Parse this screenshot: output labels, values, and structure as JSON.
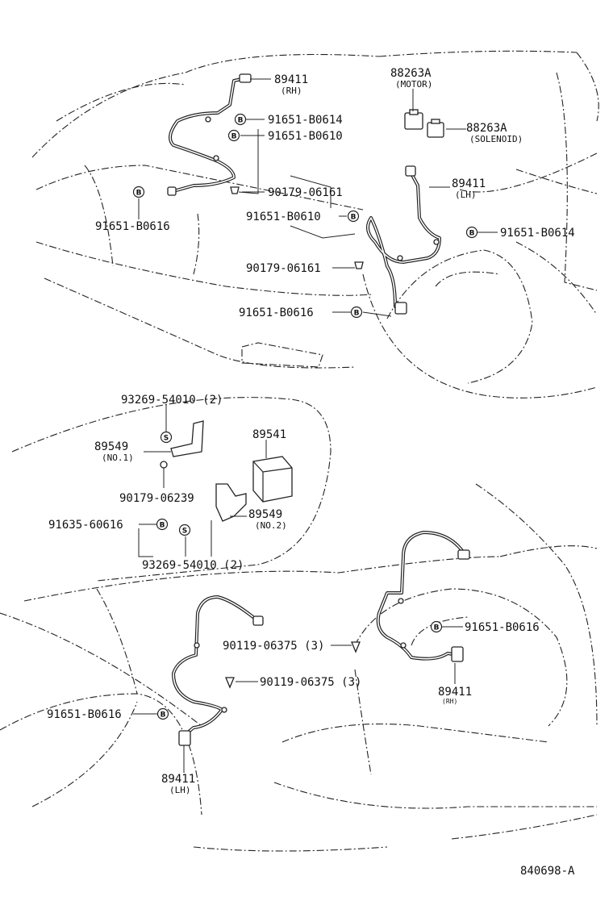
{
  "labels": {
    "wheel_sensor_fr_rh": "89411",
    "wheel_sensor_fr_rh_note": "(RH)",
    "clamp_bolt_fr_1": "91651-B0614",
    "clamp_bolt_fr_2": "91651-B0610",
    "nut_fr_rh": "90179-06161",
    "bolt_fr_rh": "91651-B0616",
    "relay_motor": "88263A",
    "relay_motor_note": "(MOTOR)",
    "relay_solenoid": "88263A",
    "relay_solenoid_note": "(SOLENOID)",
    "wheel_sensor_fr_lh": "89411",
    "wheel_sensor_fr_lh_note": "(LH)",
    "clamp_bolt_fr_lh": "91651-B0614",
    "clamp_bolt_fr_lh_2": "91651-B0610",
    "nut_fr_lh": "90179-06161",
    "bolt_fr_lh": "91651-B0616",
    "screw_bracket_1": "93269-54010 (2)",
    "bracket_1": "89549",
    "bracket_1_note": "(NO.1)",
    "ecu": "89541",
    "nut_bracket": "90179-06239",
    "bolt_bracket": "91635-60616",
    "bracket_2": "89549",
    "bracket_2_note": "(NO.2)",
    "screw_bracket_2": "93269-54010 (2)",
    "bolt_rr_rh_1": "91651-B0616",
    "bolt_rr_a": "90119-06375 (3)",
    "bolt_rr_b": "90119-06375 (3)",
    "wheel_sensor_rr_rh": "89411",
    "wheel_sensor_rr_rh_note": "(RH)",
    "bolt_rr_lh": "91651-B0616",
    "wheel_sensor_rr_lh": "89411",
    "wheel_sensor_rr_lh_note": "(LH)",
    "figure_id": "840698-A"
  },
  "symbols": {
    "bolt": "B",
    "screw": "S"
  }
}
